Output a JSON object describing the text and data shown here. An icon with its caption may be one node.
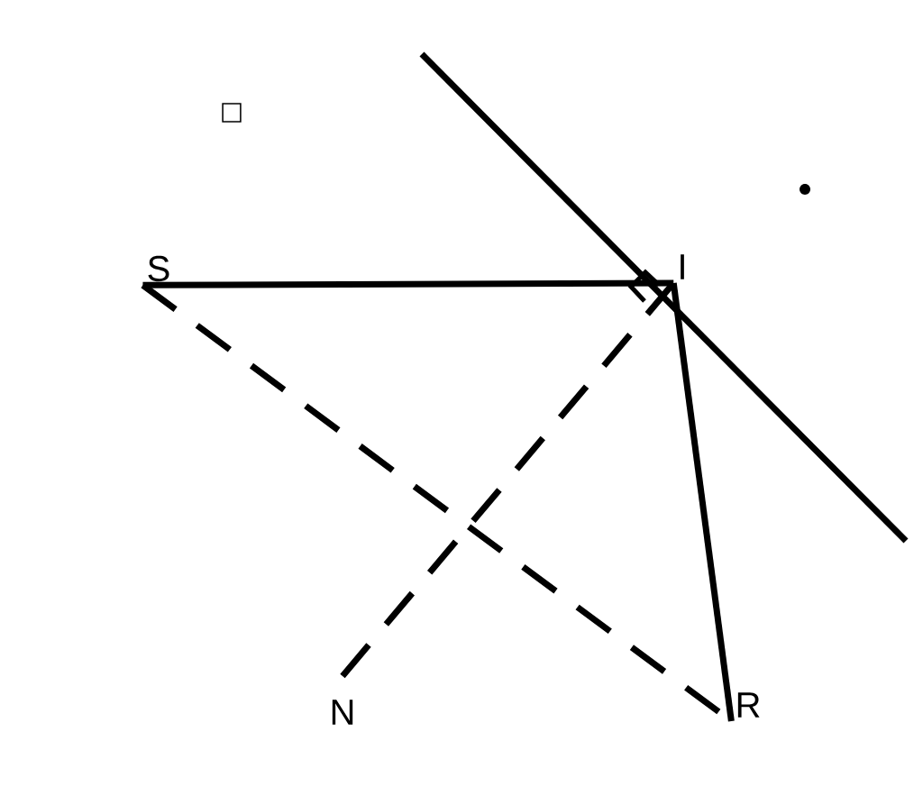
{
  "diagram": {
    "nodes": [
      {
        "text": [
          "S"
        ]
      },
      {
        "text": [
          "I"
        ]
      },
      {
        "text": [
          "R"
        ]
      },
      {
        "text": [
          "N"
        ]
      }
    ],
    "edges": [
      {
        "from": 0,
        "to": 1,
        "arrow": "none"
      },
      {
        "from": 1,
        "to": 2,
        "arrow": "none"
      },
      {
        "from": 0,
        "to": 2,
        "arrow": "none",
        "style": "dashed"
      },
      {
        "from": 1,
        "to": 3,
        "arrow": "none",
        "style": "dashed"
      }
    ],
    "labels": [
      "□"
    ]
  }
}
